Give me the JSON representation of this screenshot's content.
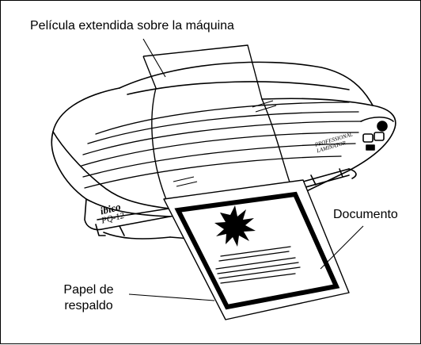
{
  "labels": {
    "film": "Película extendida sobre la máquina",
    "document": "Documento",
    "backing_line1": "Papel de",
    "backing_line2": "respaldo"
  },
  "machine": {
    "brand": "ibico",
    "model": "PQ-12",
    "side_text_line1": "PROFESSIONAL",
    "side_text_line2": "LAMINATOR"
  }
}
